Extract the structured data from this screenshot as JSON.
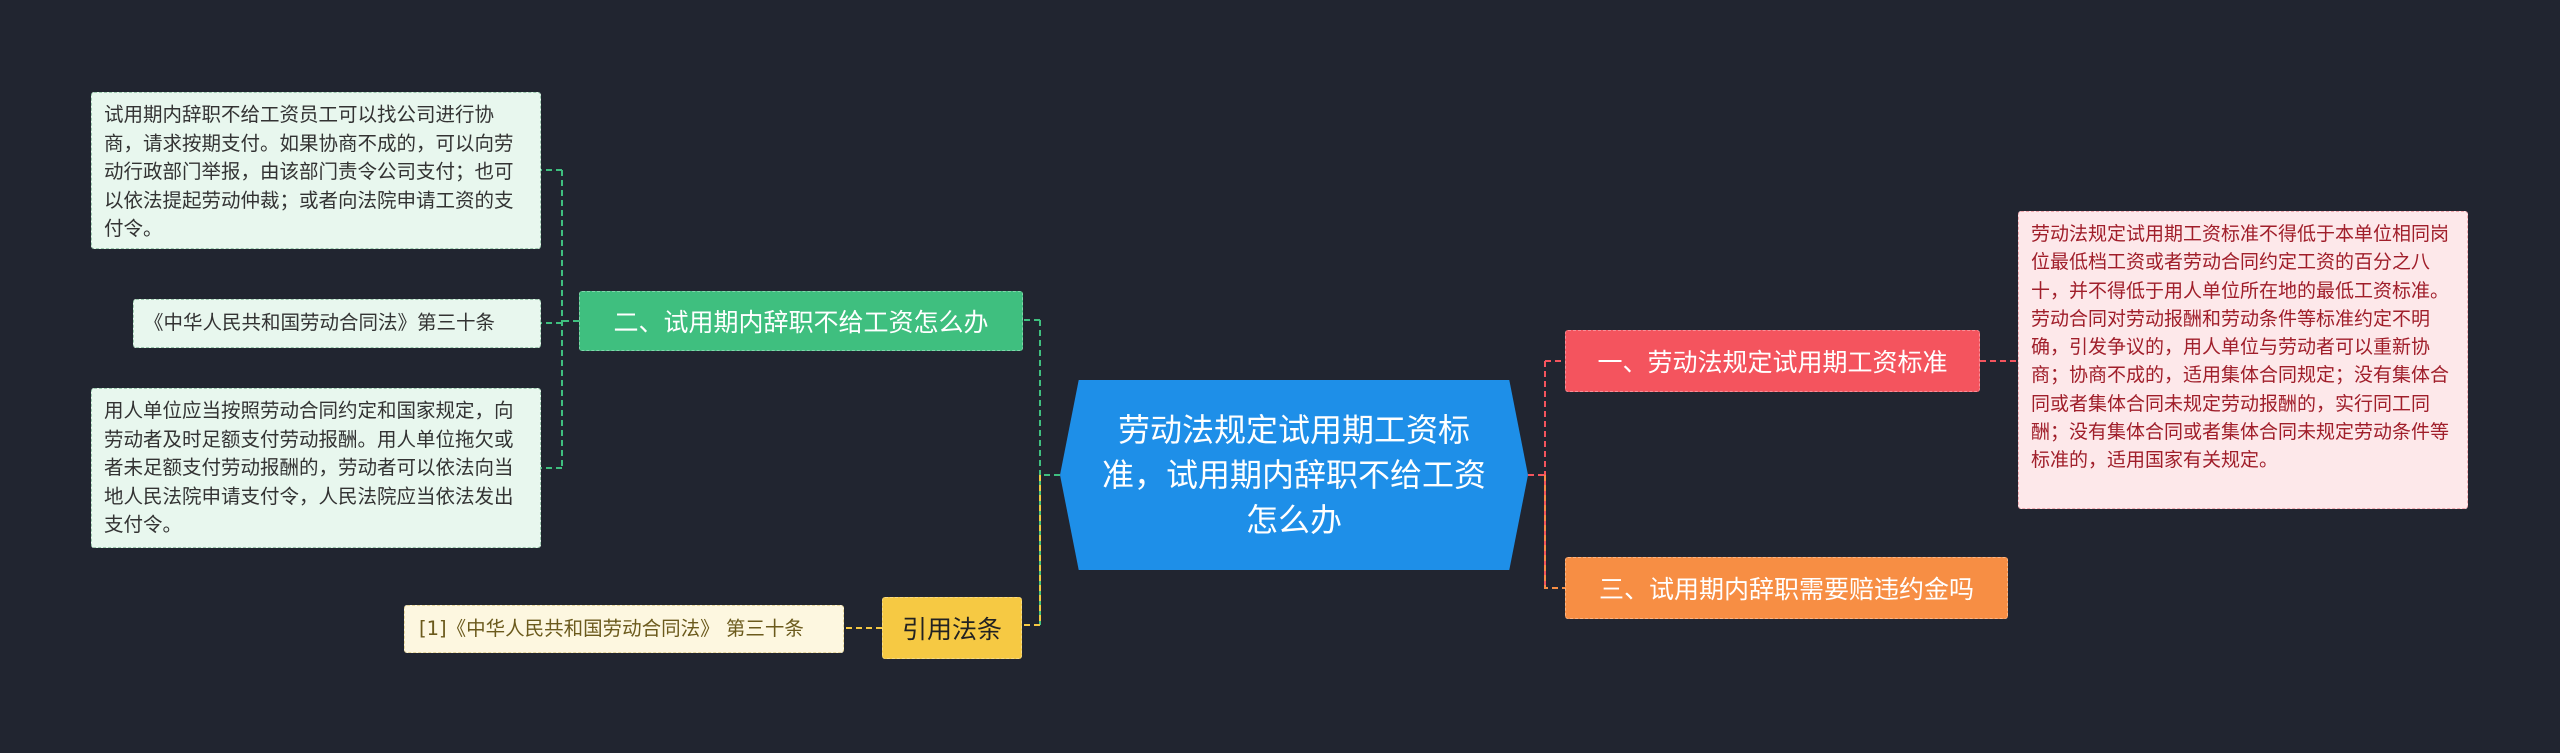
{
  "center": {
    "text": "劳动法规定试用期工资标准，试用期内辞职不给工资怎么办"
  },
  "branches": {
    "left_top": {
      "label": "二、试用期内辞职不给工资怎么办"
    },
    "left_bottom": {
      "label": "引用法条"
    },
    "right_top": {
      "label": "一、劳动法规定试用期工资标准"
    },
    "right_bottom": {
      "label": "三、试用期内辞职需要赔违约金吗"
    }
  },
  "leaves": {
    "left_top_1": "试用期内辞职不给工资员工可以找公司进行协商，请求按期支付。如果协商不成的，可以向劳动行政部门举报，由该部门责令公司支付；也可以依法提起劳动仲裁；或者向法院申请工资的支付令。",
    "left_top_2": "《中华人民共和国劳动合同法》第三十条",
    "left_top_3": "用人单位应当按照劳动合同约定和国家规定，向劳动者及时足额支付劳动报酬。用人单位拖欠或者未足额支付劳动报酬的，劳动者可以依法向当地人民法院申请支付令，人民法院应当依法发出支付令。",
    "left_bottom_1": "[1]《中华人民共和国劳动合同法》 第三十条",
    "right_top_1": "劳动法规定试用期工资标准不得低于本单位相同岗位最低档工资或者劳动合同约定工资的百分之八十，并不得低于用人单位所在地的最低工资标准。劳动合同对劳动报酬和劳动条件等标准约定不明确，引发争议的，用人单位与劳动者可以重新协商；协商不成的，适用集体合同规定；没有集体合同或者集体合同未规定劳动报酬的，实行同工同酬；没有集体合同或者集体合同未规定劳动条件等标准的，适用国家有关规定。"
  },
  "colors": {
    "background": "#212530",
    "center": "#1e8fe8",
    "green": "#3fbf7f",
    "yellow": "#f6c943",
    "red": "#f4545e",
    "orange": "#f78e44"
  }
}
